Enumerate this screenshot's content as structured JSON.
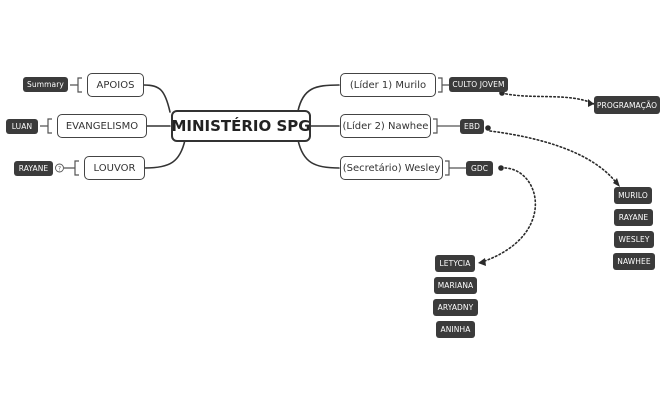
{
  "central": {
    "label": "MINISTÉRIO SPG"
  },
  "left_topics": [
    {
      "label": "APOIOS",
      "tag": "Summary"
    },
    {
      "label": "EVANGELISMO",
      "tag": "LUAN"
    },
    {
      "label": "LOUVOR",
      "tag": "RAYANE",
      "tag_has_info_icon": true
    }
  ],
  "right_topics": [
    {
      "label": "(Líder 1) Murilo",
      "tag": "CULTO JOVEM"
    },
    {
      "label": "(Líder 2) Nawhee",
      "tag": "EBD"
    },
    {
      "label": "(Secretário) Wesley",
      "tag": "GDC"
    }
  ],
  "linked_groups": {
    "culto_jovem": [
      "PROGRAMAÇÃO"
    ],
    "ebd": [
      "MURILO",
      "RAYANE",
      "WESLEY",
      "NAWHEE"
    ],
    "gdc": [
      "LETYCIA",
      "MARIANA",
      "ARYADNY",
      "ANINHA"
    ]
  },
  "colors": {
    "line": "#333333",
    "tag_bg": "#3b3b3b",
    "tag_text": "#ffffff",
    "connector": "#2a2a2a"
  },
  "icons": {
    "info": "info-circle-icon"
  }
}
